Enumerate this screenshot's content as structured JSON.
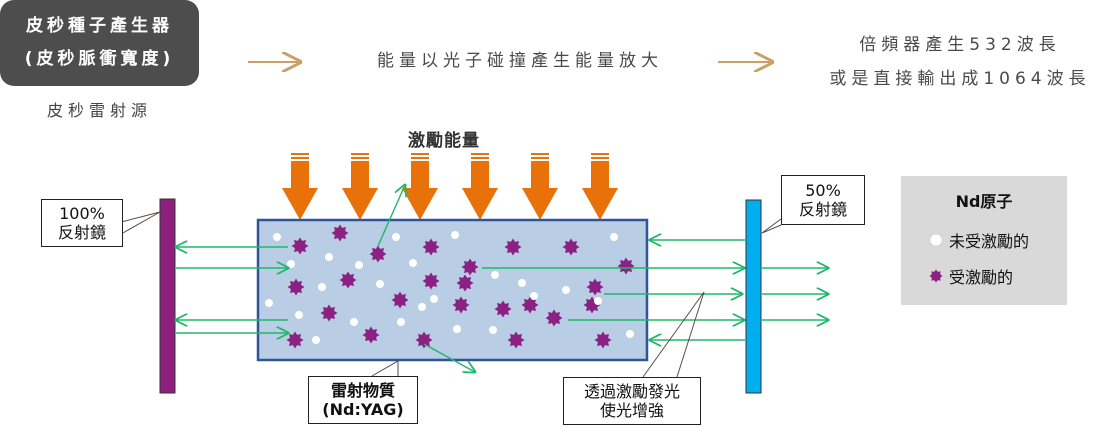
{
  "header": {
    "seed_box": {
      "line1": "皮秒種子產生器",
      "line2": "(皮秒脈衝寬度)"
    },
    "seed_caption": "皮秒雷射源",
    "step2": "能量以光子碰撞產生能量放大",
    "step3": {
      "line1": "倍頻器產生532波長",
      "line2": "或是直接輸出成1064波長"
    },
    "arrow_color": "#c9a066"
  },
  "diagram": {
    "pump_label": "激勵能量",
    "mirror_left": {
      "line1": "100%",
      "line2": "反射鏡",
      "color": "#8e1f7f"
    },
    "mirror_right": {
      "line1": "50%",
      "line2": "反射鏡",
      "color": "#00aeef"
    },
    "medium": {
      "line1": "雷射物質",
      "line2": "(Nd:YAG)",
      "fill": "#b9cde4",
      "border": "#2f5597"
    },
    "amplify_note": {
      "line1": "透過激勵發光",
      "line2": "使光增強"
    },
    "pump_color": "#e8710a",
    "photon_color": "#1fb86a",
    "excited_atom_color": "#8b2283",
    "ground_atom_color": "#ffffff"
  },
  "legend": {
    "title": "Nd原子",
    "items": [
      {
        "icon": "white-dot",
        "label": "未受激勵的"
      },
      {
        "icon": "purple-star",
        "label": "受激勵的"
      }
    ]
  }
}
